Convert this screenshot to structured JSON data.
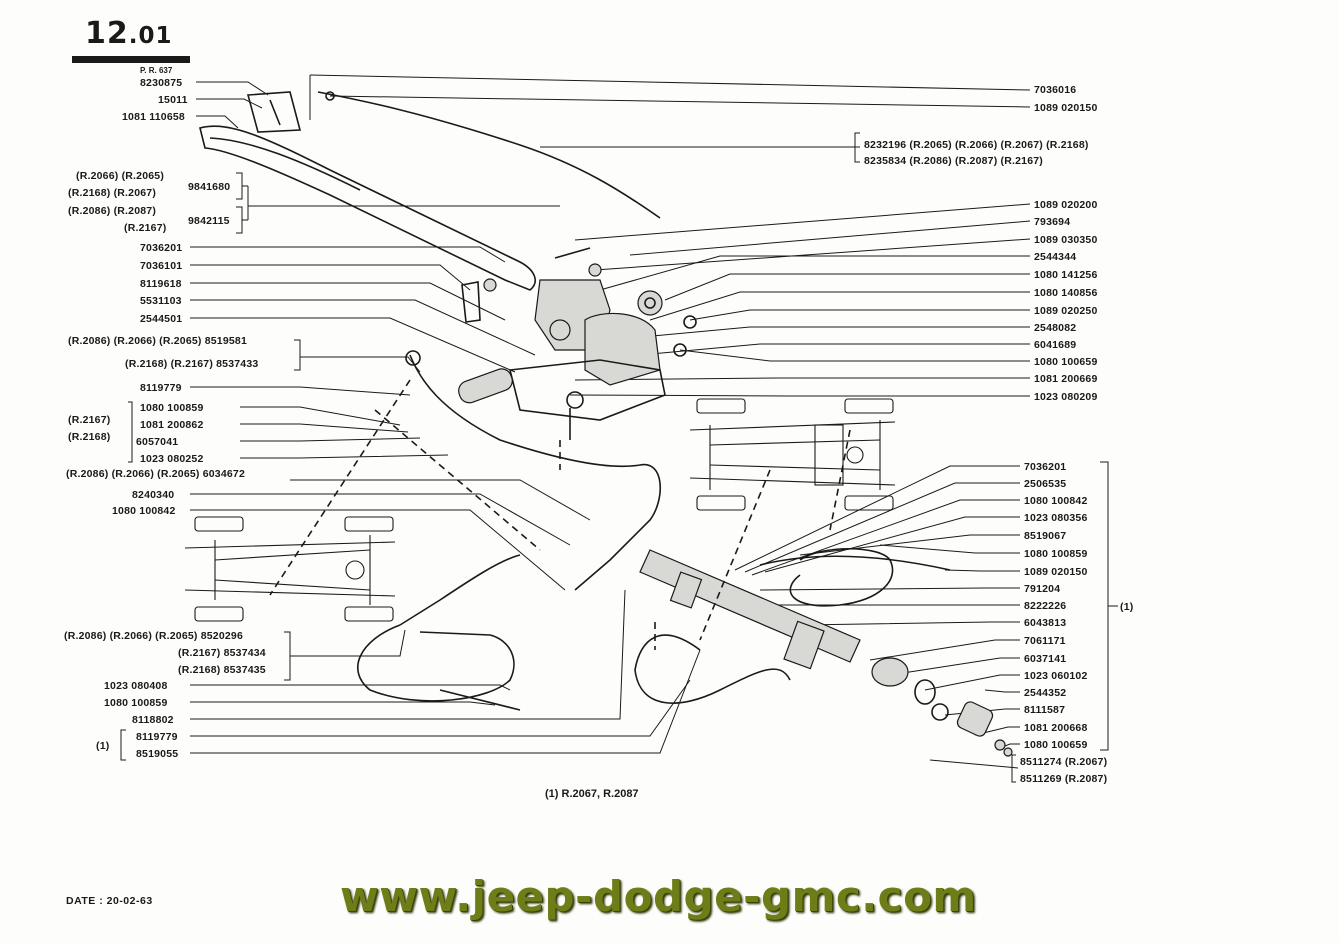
{
  "header": {
    "page_number": "12",
    "page_sub": ".01",
    "pr": "P. R. 637"
  },
  "date": "DATE : 20-02-63",
  "footnote": "(1)  R.2067, R.2087",
  "watermark": "www.jeep-dodge-gmc.com",
  "labels_left": [
    "8230875",
    "15011",
    "1081 110658",
    "(R.2066) (R.2065)",
    "(R.2168) (R.2067)",
    "9841680",
    "(R.2086)  (R.2087)",
    "(R.2167)",
    "9842115",
    "7036201",
    "7036101",
    "8119618",
    "5531103",
    "2544501",
    "(R.2086)  (R.2066)  (R.2065)  8519581",
    "(R.2168)  (R.2167)  8537433",
    "8119779",
    "(R.2167)",
    "(R.2168)",
    "1080 100859",
    "1081 200862",
    "6057041",
    "1023 080252",
    "(R.2086)  (R.2066)  (R.2065)  6034672",
    "8240340",
    "1080 100842",
    "(R.2086)  (R.2066)  (R.2065)  8520296",
    "(R.2167)  8537434",
    "(R.2168)  8537435",
    "1023 080408",
    "1080 100859",
    "8118802",
    "(1)",
    "8119779",
    "8519055"
  ],
  "labels_right": [
    "7036016",
    "1089 020150",
    "8232196  (R.2065)  (R.2066)  (R.2067)  (R.2168)",
    "8235834  (R.2086)   (R.2087)  (R.2167)",
    "1089 020200",
    "793694",
    "1089 030350",
    "2544344",
    "1080 141256",
    "1080 140856",
    "1089 020250",
    "2548082",
    "6041689",
    "1080 100659",
    "1081 200669",
    "1023 080209",
    "7036201",
    "2506535",
    "1080 100842",
    "1023 080356",
    "8519067",
    "1080 100859",
    "1089 020150",
    "791204",
    "8222226",
    "6043813",
    "7061171",
    "6037141",
    "1023 060102",
    "2544352",
    "8111587",
    "1081 200668",
    "1080 100659",
    "8511274  (R.2067)",
    "8511269  (R.2087)",
    "(1)"
  ]
}
